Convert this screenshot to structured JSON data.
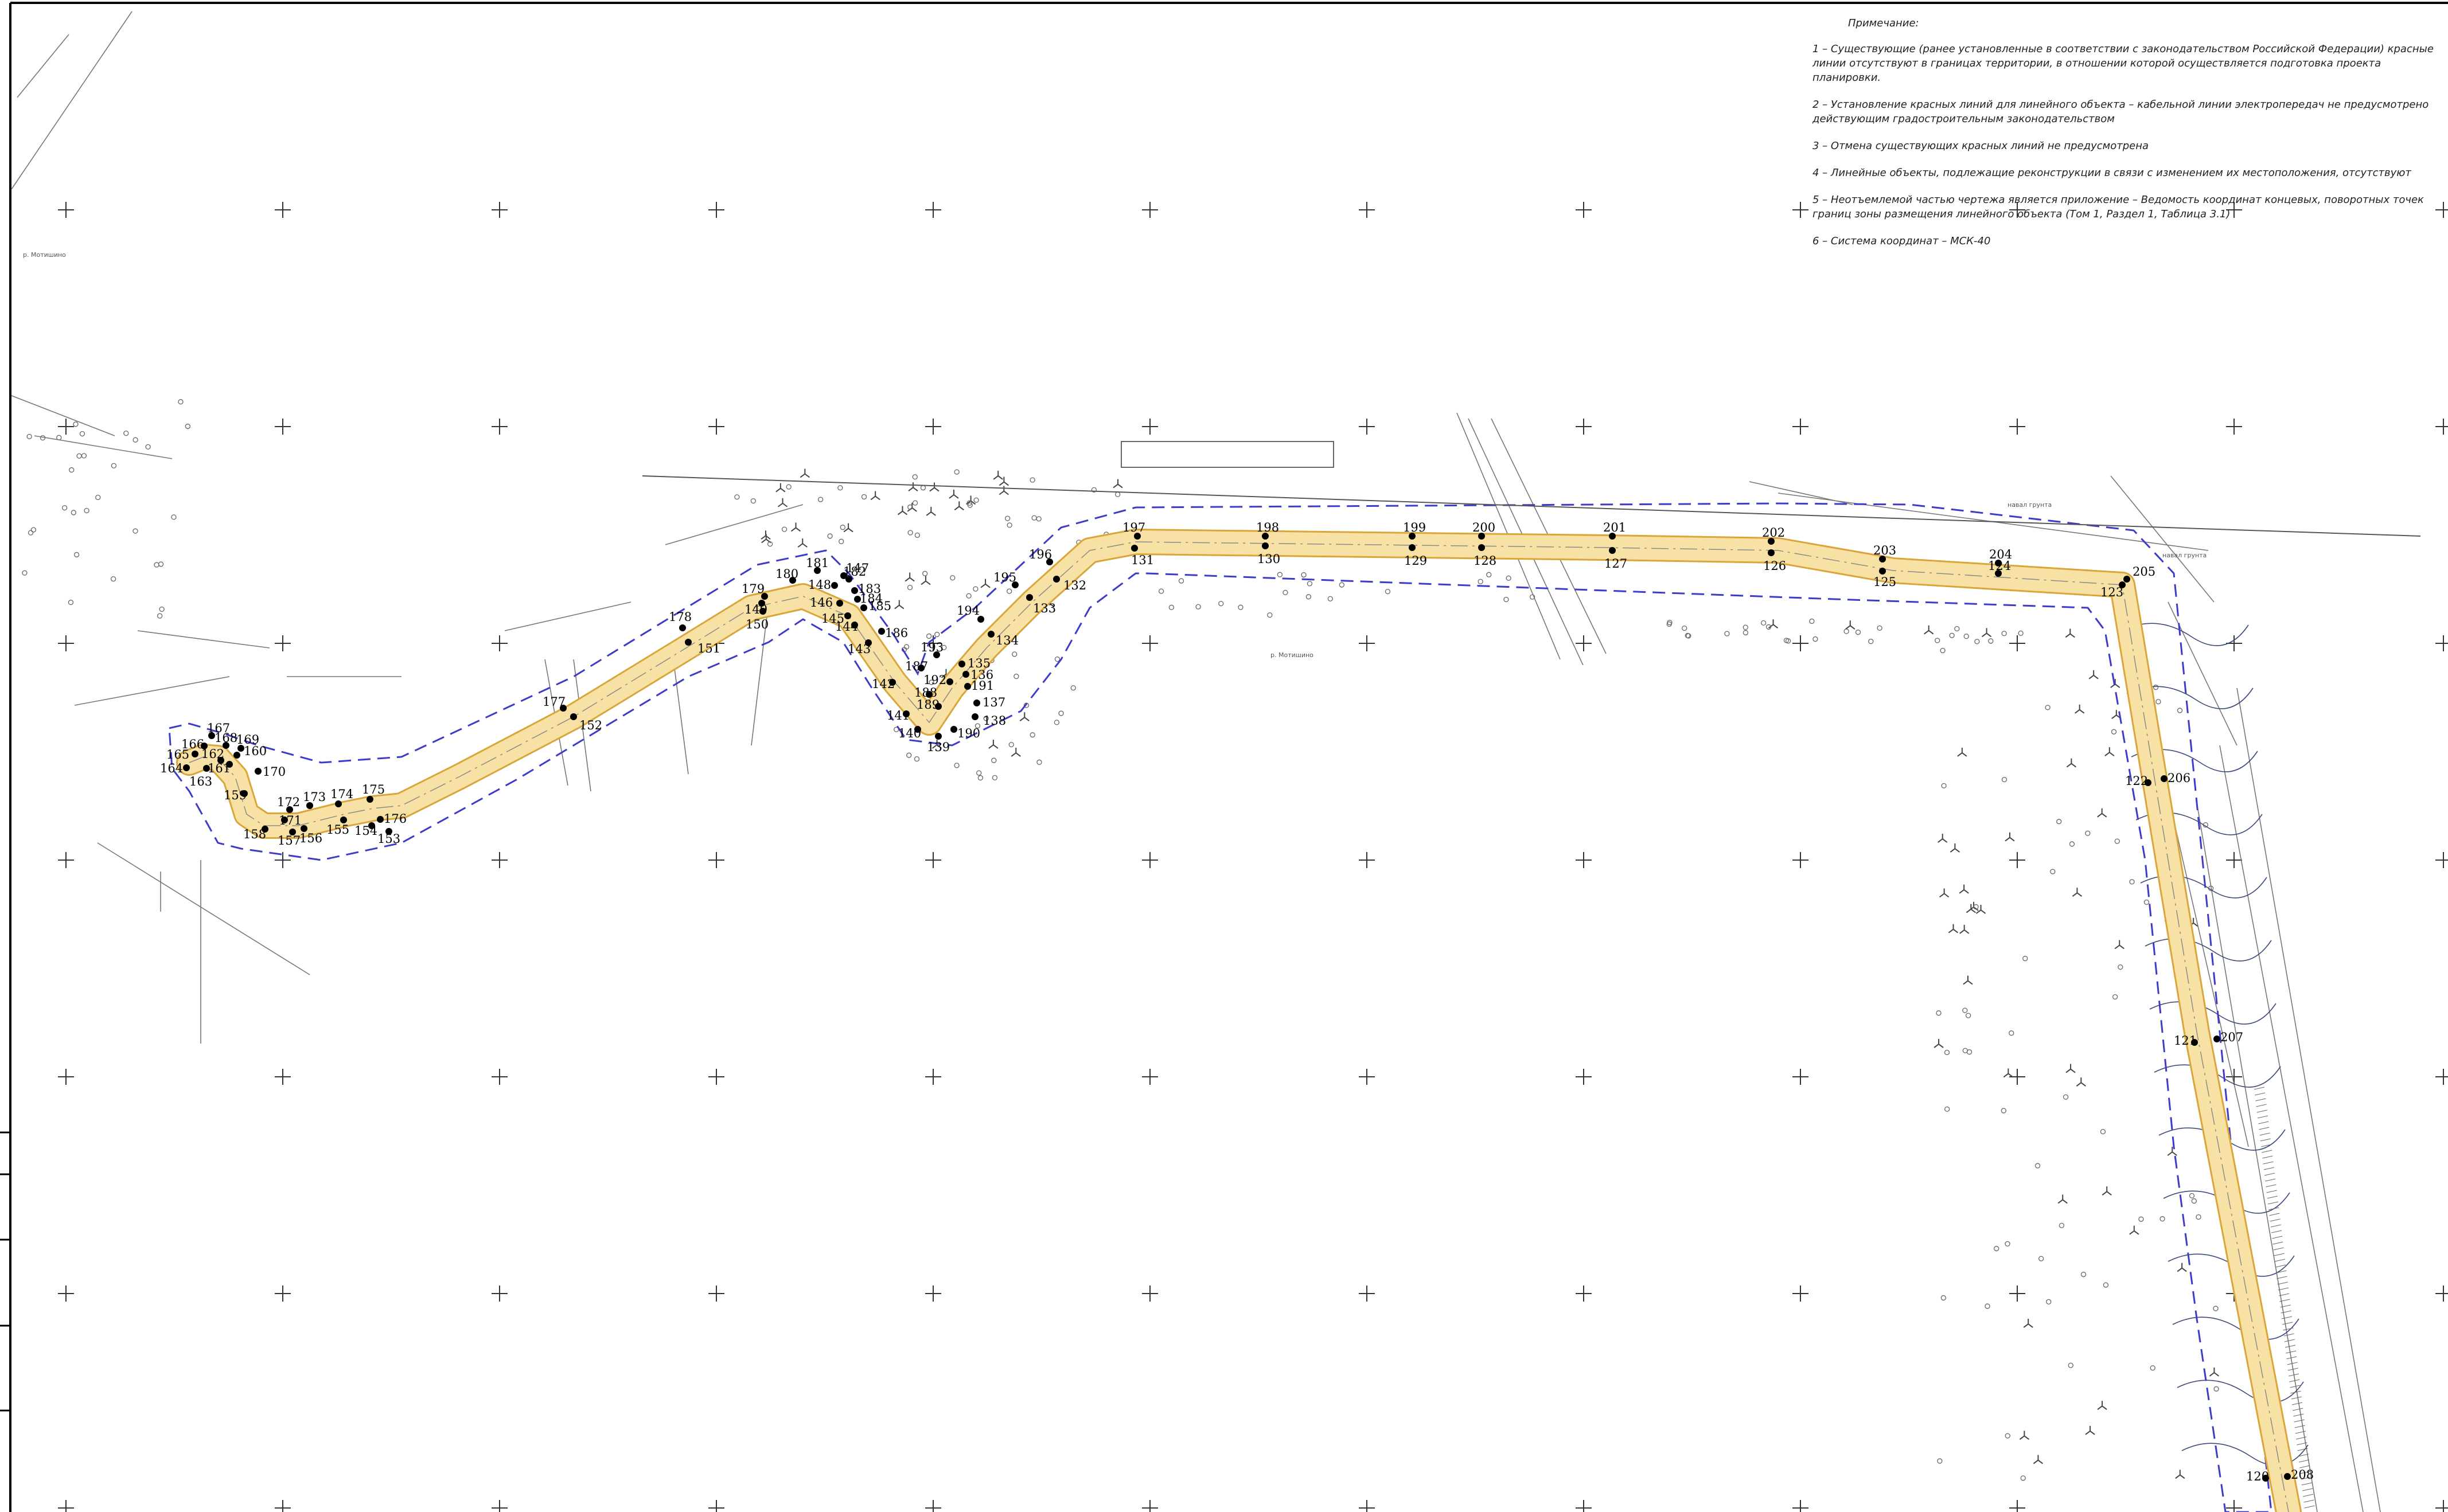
{
  "notes": {
    "title": "Примечание:",
    "items": [
      "1 – Существующие (ранее установленные в соответствии с законодательством Российской Федерации) красные линии отсутствуют в границах территории, в отношении которой осуществляется подготовка проекта планировки.",
      "2 – Установление красных линий для линейного объекта – кабельной линии электропередач не предусмотрено действующим градостроительным законодательством",
      "3 – Отмена существующих красных линий не предусмотрена",
      "4 – Линейные объекты, подлежащие реконструкции в связи с изменением их местоположения, отсутствуют",
      "5 – Неотъемлемой частью чертежа является приложение – Ведомость координат концевых, поворотных точек границ зоны размещения линейного объекта (Том 1, Раздел 1, Таблица 3.1)",
      "6 – Система координат – МСК-40"
    ]
  },
  "map_labels": {
    "place_1": "р. Мотишино",
    "place_2": "р. Мотишино",
    "dirt_road_1": "навал грунта",
    "dirt_road_2": "навал грунта"
  },
  "colors": {
    "corridor_fill": "#f8e1a4",
    "corridor_edge": "#d9a63a",
    "zone_boundary": "#3c3cc8",
    "survey_lines": "#555555",
    "grid_cross": "#333333"
  },
  "points": [
    {
      "n": "120"
    },
    {
      "n": "121"
    },
    {
      "n": "122"
    },
    {
      "n": "123"
    },
    {
      "n": "124"
    },
    {
      "n": "125"
    },
    {
      "n": "126"
    },
    {
      "n": "127"
    },
    {
      "n": "128"
    },
    {
      "n": "129"
    },
    {
      "n": "130"
    },
    {
      "n": "131"
    },
    {
      "n": "132"
    },
    {
      "n": "133"
    },
    {
      "n": "134"
    },
    {
      "n": "135"
    },
    {
      "n": "136"
    },
    {
      "n": "137"
    },
    {
      "n": "138"
    },
    {
      "n": "139"
    },
    {
      "n": "140"
    },
    {
      "n": "141"
    },
    {
      "n": "142"
    },
    {
      "n": "143"
    },
    {
      "n": "144"
    },
    {
      "n": "145"
    },
    {
      "n": "146"
    },
    {
      "n": "147"
    },
    {
      "n": "148"
    },
    {
      "n": "149"
    },
    {
      "n": "150"
    },
    {
      "n": "151"
    },
    {
      "n": "152"
    },
    {
      "n": "153"
    },
    {
      "n": "154"
    },
    {
      "n": "155"
    },
    {
      "n": "156"
    },
    {
      "n": "157"
    },
    {
      "n": "158"
    },
    {
      "n": "159"
    },
    {
      "n": "160"
    },
    {
      "n": "161"
    },
    {
      "n": "162"
    },
    {
      "n": "163"
    },
    {
      "n": "164"
    },
    {
      "n": "165"
    },
    {
      "n": "166"
    },
    {
      "n": "167"
    },
    {
      "n": "168"
    },
    {
      "n": "169"
    },
    {
      "n": "170"
    },
    {
      "n": "171"
    },
    {
      "n": "172"
    },
    {
      "n": "173"
    },
    {
      "n": "174"
    },
    {
      "n": "175"
    },
    {
      "n": "176"
    },
    {
      "n": "177"
    },
    {
      "n": "178"
    },
    {
      "n": "179"
    },
    {
      "n": "180"
    },
    {
      "n": "181"
    },
    {
      "n": "182"
    },
    {
      "n": "183"
    },
    {
      "n": "184"
    },
    {
      "n": "185"
    },
    {
      "n": "186"
    },
    {
      "n": "187"
    },
    {
      "n": "188"
    },
    {
      "n": "189"
    },
    {
      "n": "190"
    },
    {
      "n": "191"
    },
    {
      "n": "192"
    },
    {
      "n": "193"
    },
    {
      "n": "194"
    },
    {
      "n": "195"
    },
    {
      "n": "196"
    },
    {
      "n": "197"
    },
    {
      "n": "198"
    },
    {
      "n": "199"
    },
    {
      "n": "200"
    },
    {
      "n": "201"
    },
    {
      "n": "202"
    },
    {
      "n": "203"
    },
    {
      "n": "204"
    },
    {
      "n": "205"
    },
    {
      "n": "206"
    },
    {
      "n": "207"
    },
    {
      "n": "208"
    }
  ]
}
